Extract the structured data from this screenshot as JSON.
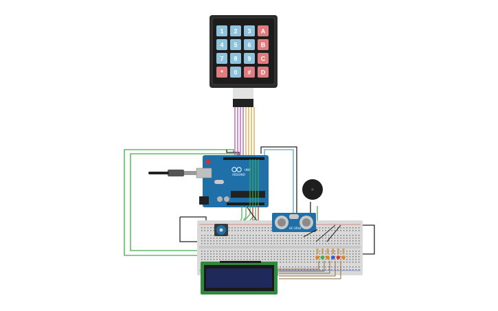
{
  "keypad": {
    "rows": [
      [
        "1",
        "2",
        "3",
        "A"
      ],
      [
        "4",
        "5",
        "6",
        "B"
      ],
      [
        "7",
        "8",
        "9",
        "C"
      ],
      [
        "*",
        "0",
        "#",
        "D"
      ]
    ]
  },
  "arduino": {
    "model_label": "UNO",
    "brand_label": "ARDUINO"
  },
  "ultrasonic": {
    "label": "HC-SR04"
  },
  "colors": {
    "board": "#1f6fa8",
    "numeric_key": "#8fc3dd",
    "letter_key": "#e07c80",
    "breadboard": "#d9d9d9",
    "lcd_pcb": "#2e8b3e",
    "lcd_screen": "#1f2a5a",
    "wire_green": "#3cae4a",
    "wire_black": "#222222",
    "wire_red": "#d33b2c",
    "wire_purple": "#b33fb3",
    "wire_orange": "#e39b2b",
    "wire_teal": "#56a7c0",
    "wire_brown": "#8a6a3e"
  }
}
